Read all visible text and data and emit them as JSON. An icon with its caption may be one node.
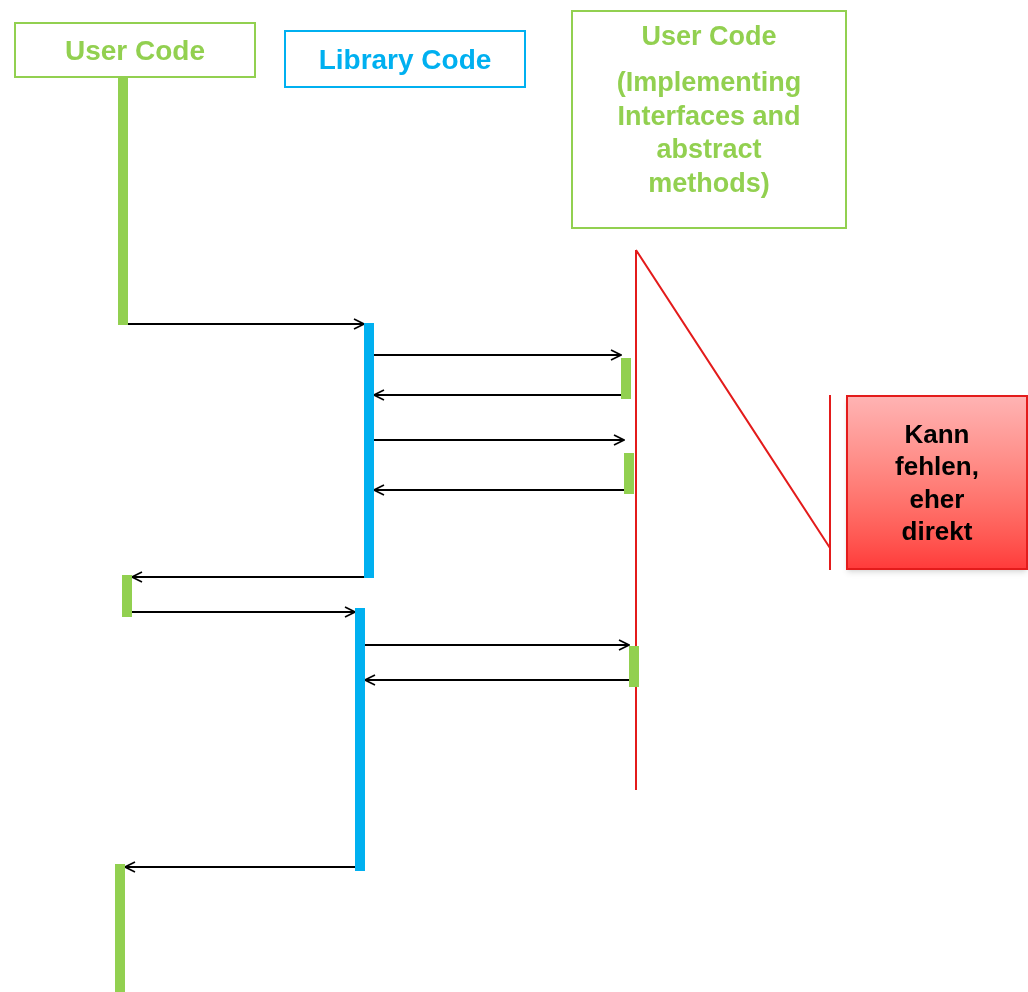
{
  "diagram": {
    "nodes": [
      {
        "text": [
          "User Code"
        ]
      },
      {
        "text": [
          "Library Code"
        ]
      },
      {
        "text": [
          "User Code",
          "(Implementing Interfaces and abstract methods)"
        ]
      },
      {
        "text": [
          "Kann fehlen, eher direkt"
        ]
      },
      {
        "text": [],
        "shape": "bar"
      },
      {
        "text": [],
        "shape": "bar"
      },
      {
        "text": [],
        "shape": "bar"
      },
      {
        "text": [],
        "shape": "bar"
      },
      {
        "text": [],
        "shape": "bar"
      },
      {
        "text": [],
        "shape": "bar"
      },
      {
        "text": [],
        "shape": "bar"
      },
      {
        "text": [],
        "shape": "bar"
      }
    ],
    "edges": [
      {
        "from": 4,
        "to": 5,
        "arrow": "to"
      },
      {
        "from": 5,
        "to": 6,
        "arrow": "to"
      },
      {
        "from": 6,
        "to": 5,
        "arrow": "to"
      },
      {
        "from": 5,
        "to": 7,
        "arrow": "to"
      },
      {
        "from": 7,
        "to": 5,
        "arrow": "to"
      },
      {
        "from": 5,
        "to": 8,
        "arrow": "to"
      },
      {
        "from": 8,
        "to": 9,
        "arrow": "to"
      },
      {
        "from": 9,
        "to": 10,
        "arrow": "to"
      },
      {
        "from": 10,
        "to": 9,
        "arrow": "to"
      },
      {
        "from": 9,
        "to": 11,
        "arrow": "to"
      }
    ]
  }
}
